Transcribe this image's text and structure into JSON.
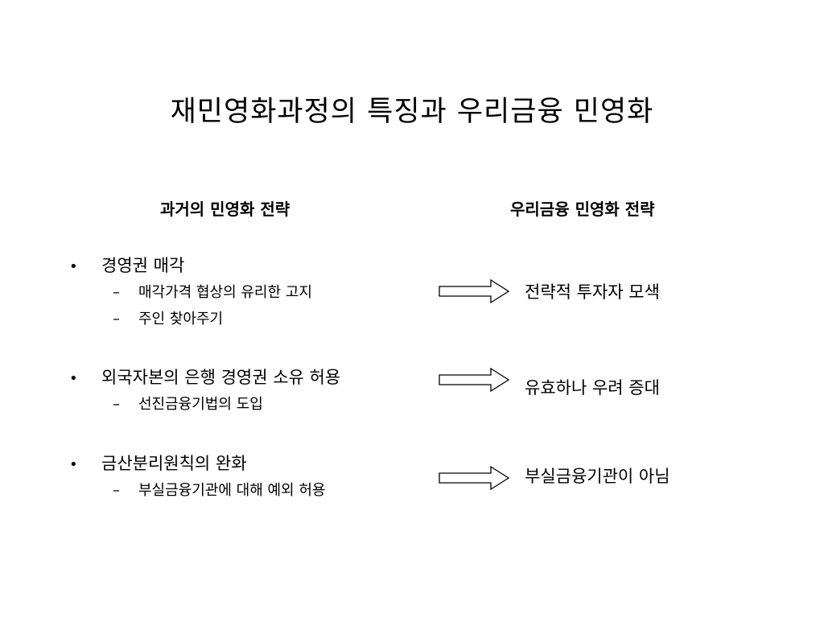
{
  "title": "재민영화과정의 특징과 우리금융 민영화",
  "left_header": "과거의 민영화 전략",
  "right_header": "우리금융 민영화 전략",
  "bullet_symbol": "•",
  "dash_symbol": "–",
  "items": [
    {
      "bullet": "경영권 매각",
      "subs": [
        "매각가격 협상의 유리한 고지",
        "주인 찾아주기"
      ],
      "result": "전략적 투자자 모색"
    },
    {
      "bullet": "외국자본의 은행 경영권 소유 허용",
      "subs": [
        "선진금융기법의 도입"
      ],
      "result": "유효하나 우려 증대"
    },
    {
      "bullet": "금산분리원칙의 완화",
      "subs": [
        "부실금융기관에 대해 예외 허용"
      ],
      "result": "부실금융기관이 아님"
    }
  ]
}
